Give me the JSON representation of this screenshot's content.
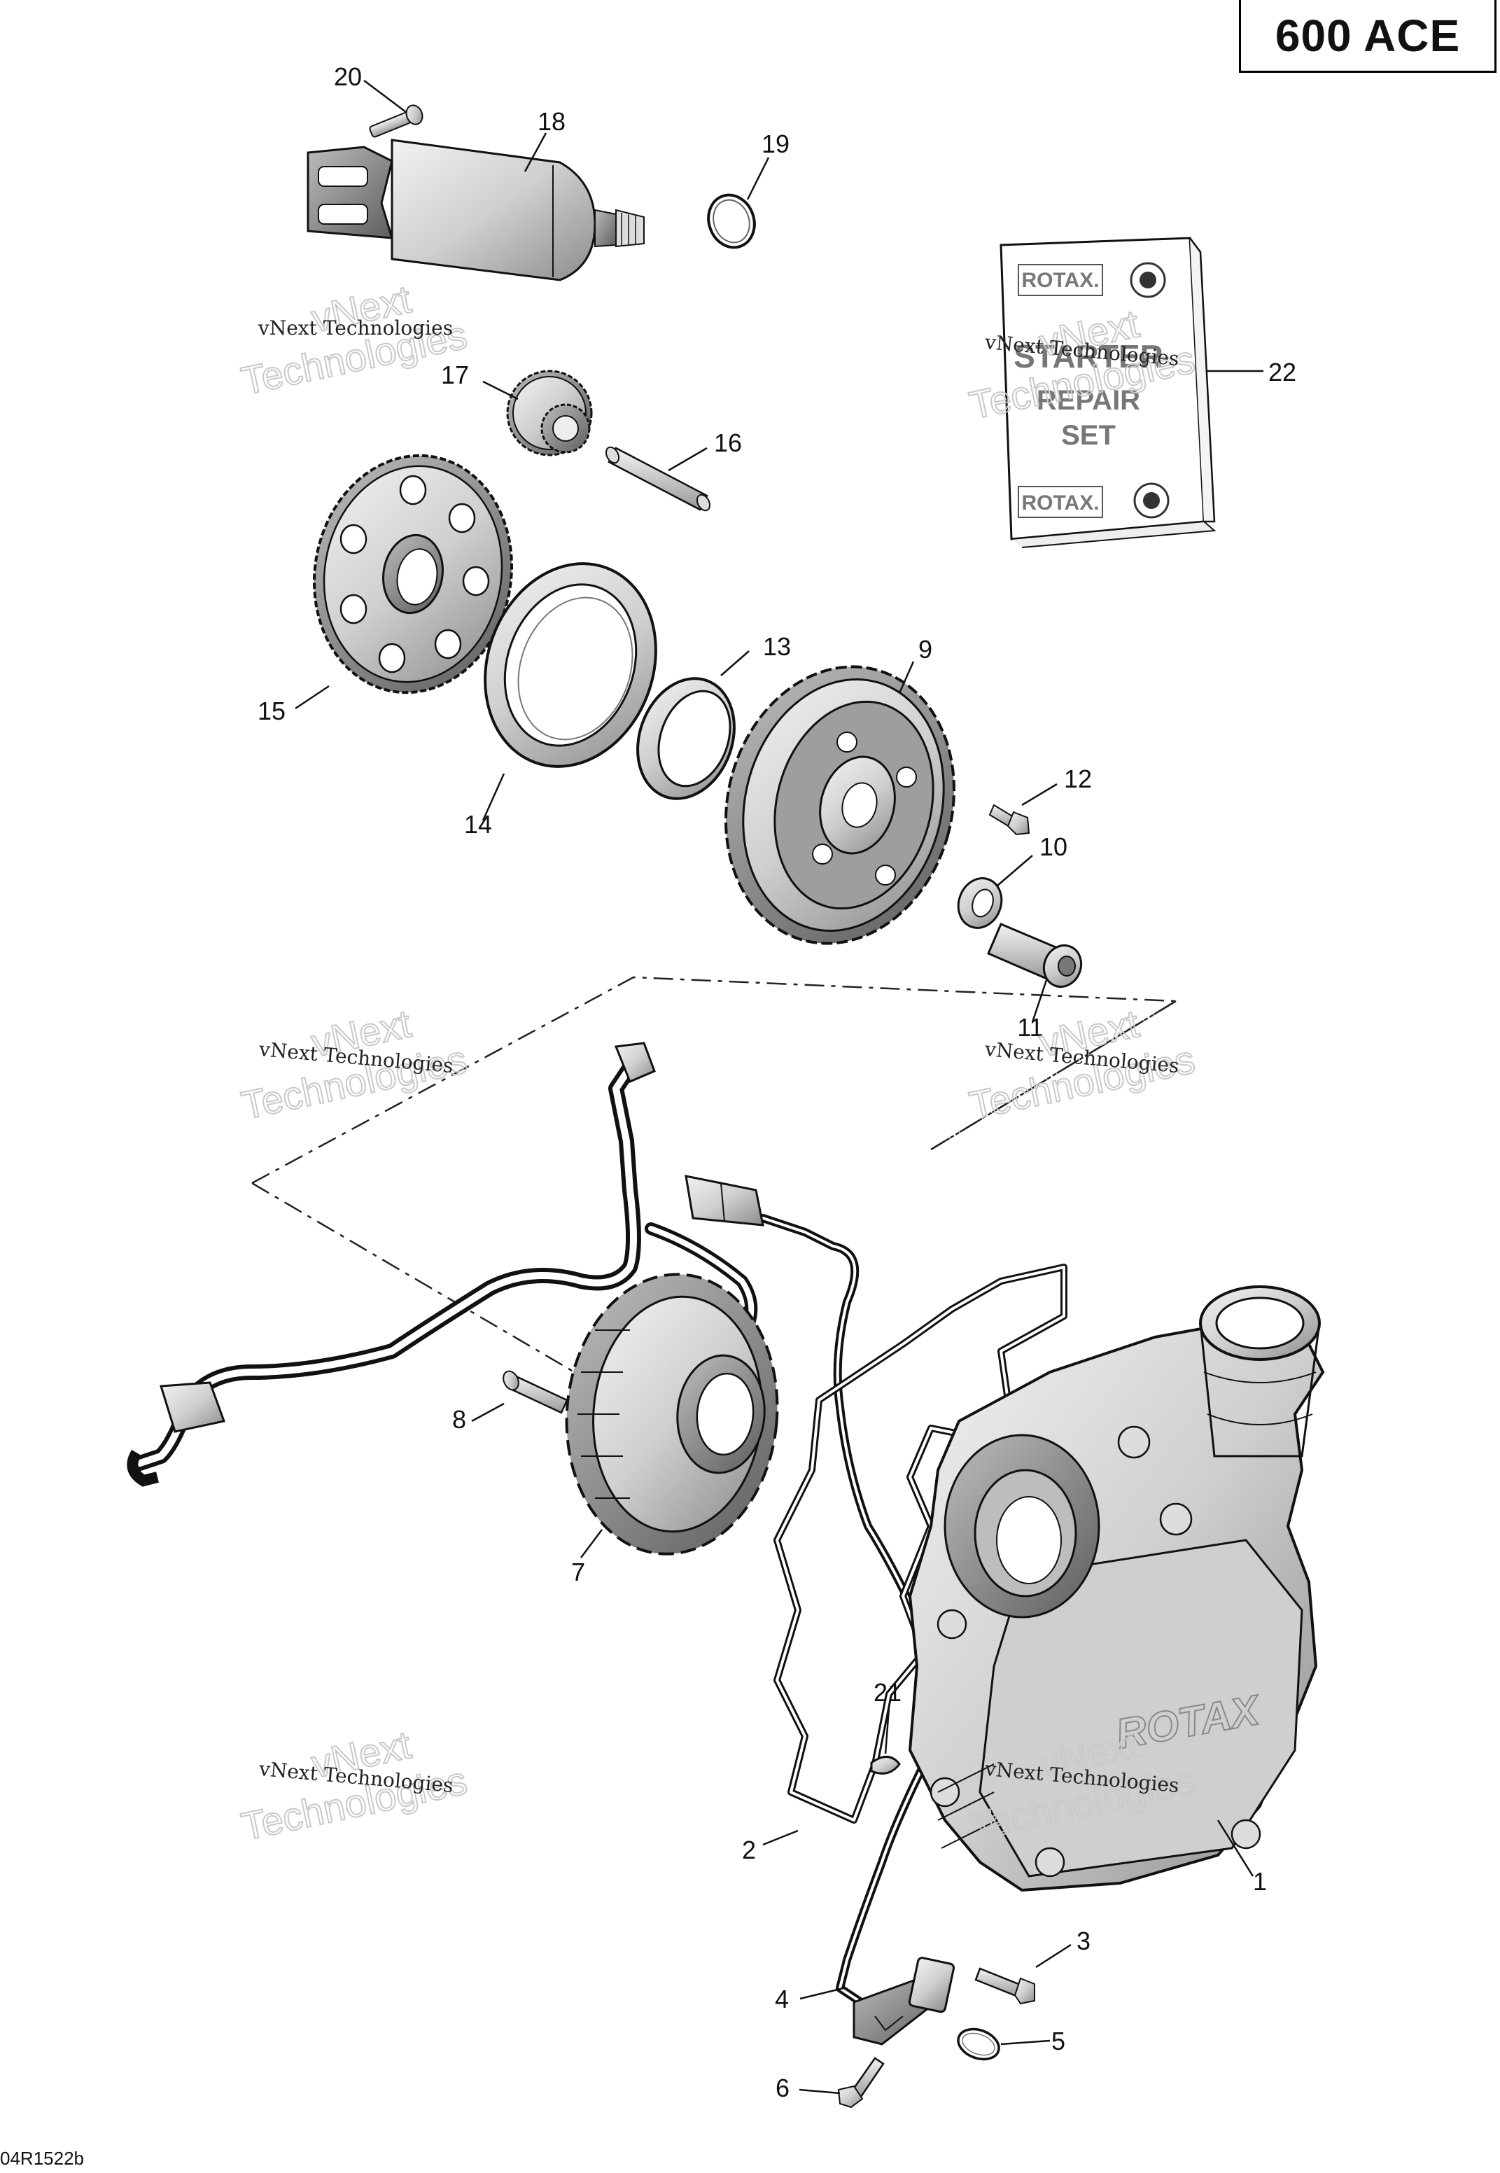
{
  "header": {
    "model": "600 ACE"
  },
  "document_id": "04R1522b",
  "watermark": {
    "line": "vNext Technologies",
    "big_top": "vNext",
    "big_bottom": "Technologies"
  },
  "repair_kit": {
    "brand_top": "ROTAX.",
    "line1": "STARTER",
    "line2": "REPAIR",
    "line3": "SET",
    "brand_bottom": "ROTAX."
  },
  "cover_logo": "ROTAX",
  "callouts": [
    "1",
    "2",
    "3",
    "4",
    "5",
    "6",
    "7",
    "8",
    "9",
    "10",
    "11",
    "12",
    "13",
    "14",
    "15",
    "16",
    "17",
    "18",
    "19",
    "20",
    "21",
    "22"
  ],
  "colors": {
    "line": "#111111",
    "metal": "#d4d4d4",
    "metal_dark": "#8a8a8a",
    "watermark": "#c9c9c9"
  }
}
